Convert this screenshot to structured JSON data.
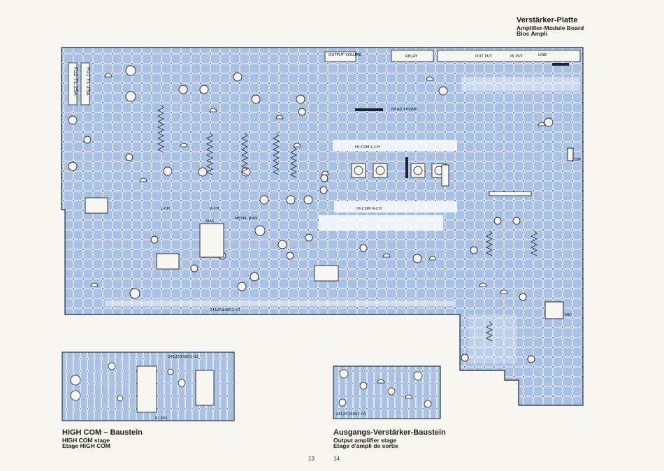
{
  "title_top_right": {
    "line1": "Verstärker-Platte",
    "line2": "Amplifier-Module Board",
    "line3": "Bloc Ampli"
  },
  "title_bottom_left": {
    "line1": "HIGH COM – Baustein",
    "line2": "HIGH COM stage",
    "line3": "Etage HIGH COM"
  },
  "title_bottom_right": {
    "line1": "Ausgangs-Verstärker-Baustein",
    "line2": "Output amplifier stage",
    "line3": "Etage d'ampli de sortie"
  },
  "page_numbers": {
    "left": "13",
    "right": "14"
  },
  "board_labels": {
    "fuse1": "FU2 T1.25A",
    "fuse2": "FU1 T1.25A",
    "relay": "RELAY",
    "output": "OUT PUT",
    "line": "LINE",
    "in_put": "IN PUT",
    "output_volume": "OUTPUT VOLUME",
    "head_phone": "HEAD PHONE",
    "bias": "BIAS",
    "metal_bias": "METAL BIAS",
    "hi_com_lch": "HI-COM L-CH",
    "hi_com_rch": "HI-COM R-CH",
    "part_main": "2412514001-01",
    "part_hicom": "2412514001-02",
    "part_output": "2412514001-03",
    "ic_label": "IC-501",
    "com": "COM",
    "mic": "MIC",
    "l_ch": "L-CH",
    "r_ch": "R-CH"
  },
  "colors": {
    "board": "#a9c2e4",
    "trace": "#ffffff",
    "ink": "#101820",
    "paper": "#f7f6f1"
  }
}
